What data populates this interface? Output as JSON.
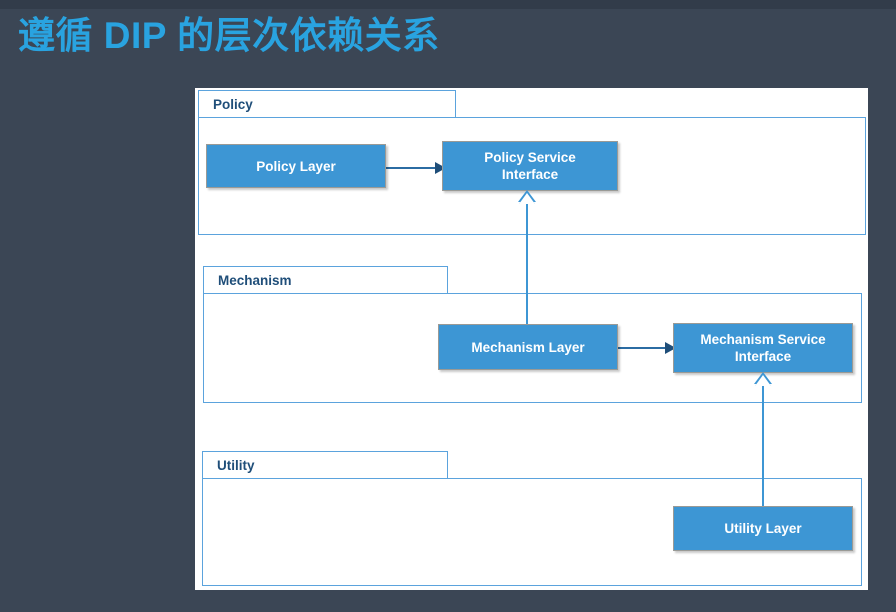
{
  "slide": {
    "title": "遵循 DIP 的层次依赖关系",
    "title_color": "#29a3e0",
    "background_color": "#3b4655",
    "canvas_color": "#ffffff"
  },
  "theme": {
    "node_fill": "#3d96d4",
    "node_border": "#9a9a96",
    "node_text": "#ffffff",
    "package_border": "#5ba3dd",
    "package_label_text": "#1f4e79",
    "solid_arrow_color": "#1f4e79",
    "realization_line_color": "#3d96d4"
  },
  "diagram": {
    "type": "uml-package-diagram",
    "packages": [
      {
        "id": "policy",
        "label": "Policy"
      },
      {
        "id": "mechanism",
        "label": "Mechanism"
      },
      {
        "id": "utility",
        "label": "Utility"
      }
    ],
    "nodes": [
      {
        "id": "policy-layer",
        "label": "Policy Layer",
        "package": "policy"
      },
      {
        "id": "policy-service",
        "label": "Policy Service Interface",
        "package": "policy"
      },
      {
        "id": "mechanism-layer",
        "label": "Mechanism Layer",
        "package": "mechanism"
      },
      {
        "id": "mechanism-service",
        "label": "Mechanism Service Interface",
        "package": "mechanism"
      },
      {
        "id": "utility-layer",
        "label": "Utility Layer",
        "package": "utility"
      }
    ],
    "node_labels": {
      "policy_layer": "Policy Layer",
      "policy_service_line1": "Policy Service",
      "policy_service_line2": "Interface",
      "mechanism_layer": "Mechanism Layer",
      "mechanism_service_line1": "Mechanism Service",
      "mechanism_service_line2": "Interface",
      "utility_layer": "Utility Layer"
    },
    "edges": [
      {
        "from": "policy-layer",
        "to": "policy-service",
        "kind": "dependency",
        "arrow": "solid-filled"
      },
      {
        "from": "mechanism-layer",
        "to": "mechanism-service",
        "kind": "dependency",
        "arrow": "solid-filled"
      },
      {
        "from": "mechanism-layer",
        "to": "policy-service",
        "kind": "realization",
        "arrow": "hollow-triangle"
      },
      {
        "from": "utility-layer",
        "to": "mechanism-service",
        "kind": "realization",
        "arrow": "hollow-triangle"
      }
    ]
  }
}
